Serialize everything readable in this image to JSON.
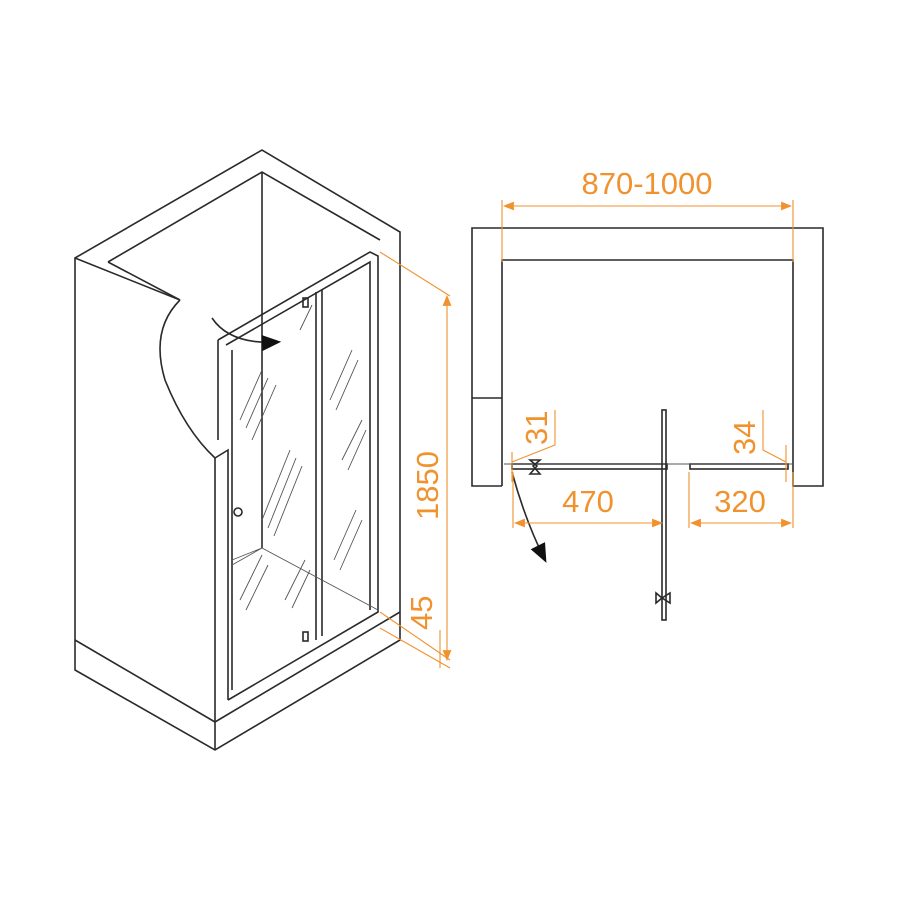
{
  "dimensions": {
    "width_range": "870-1000",
    "height": "1850",
    "base": "45",
    "left_offset": "31",
    "right_offset": "34",
    "door_width": "470",
    "fixed_panel_width": "320"
  },
  "colors": {
    "dimension": "#f0922e",
    "line": "#2a2a2a"
  }
}
